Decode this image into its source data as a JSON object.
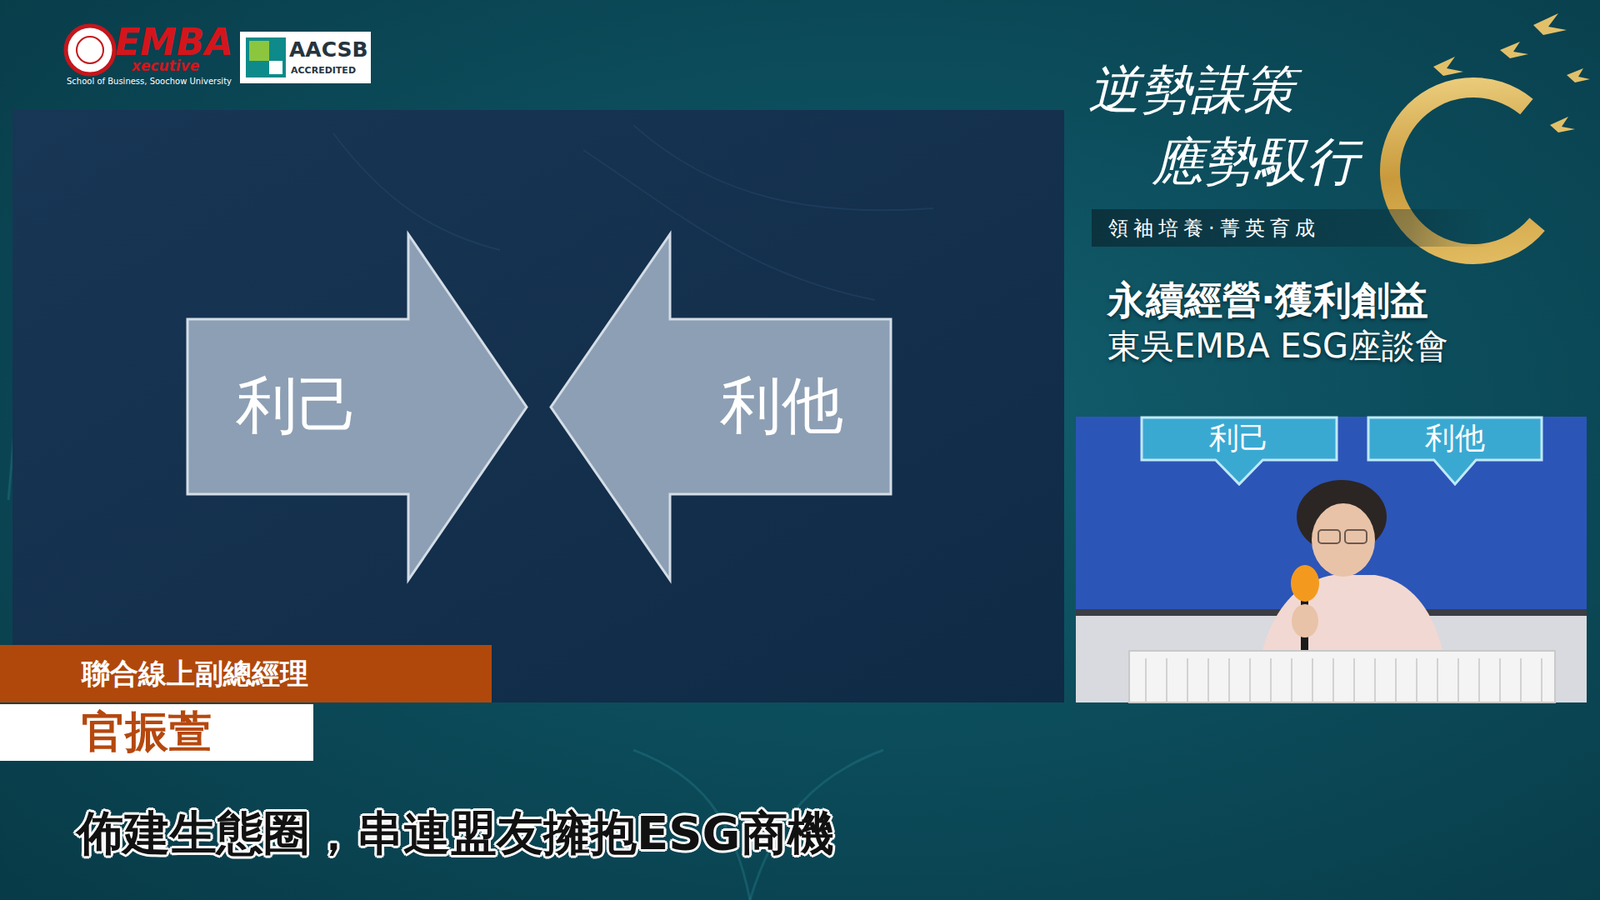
{
  "diagram": {
    "nodes": [
      {
        "text": [
          "利己"
        ]
      },
      {
        "text": [
          "利他"
        ]
      },
      {
        "text": [
          "領袖培養·菁英育成"
        ]
      },
      {
        "text": [
          "利己"
        ]
      },
      {
        "text": [
          "利他"
        ]
      },
      {
        "text": [
          "聯合線上副總經理"
        ]
      },
      {
        "text": [
          "官振萱"
        ]
      }
    ],
    "labels": [
      "EMBA",
      "xecutive",
      "School of Business, Soochow University",
      "AACSB",
      "ACCREDITED",
      "逆勢謀策",
      "應勢馭行",
      "永續經營·獲利創益",
      "東吳EMBA ESG座談會",
      "佈建生態圈，串連盟友擁抱ESG商機"
    ]
  }
}
